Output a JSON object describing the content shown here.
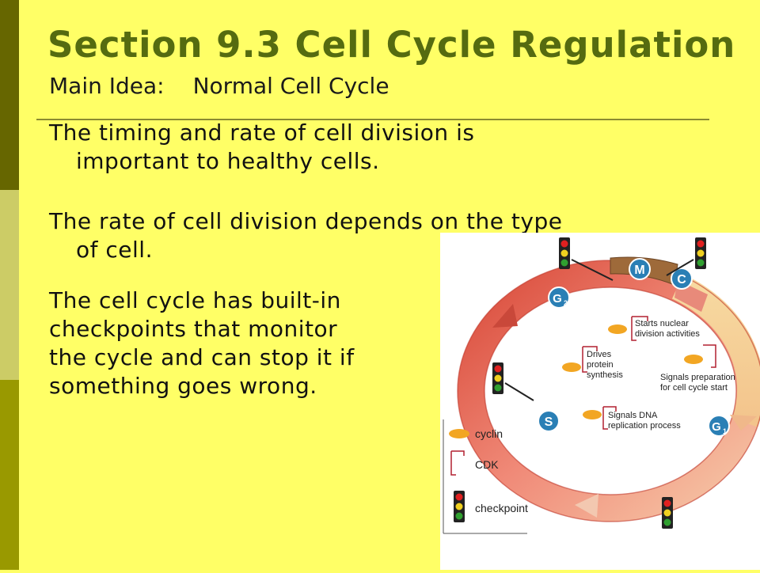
{
  "slide": {
    "title": "Section 9.3 Cell Cycle Regulation",
    "main_idea_label": "Main Idea:",
    "main_idea_text": "Normal Cell Cycle",
    "para1_line1": "The timing and rate of cell division is",
    "para1_line2": "important to healthy cells.",
    "para2_line1": "The rate of cell division depends on the type",
    "para2_line2": "of cell.",
    "para3_line1": "The cell cycle has built-in",
    "para3_line2": "checkpoints that monitor",
    "para3_line3": "the cycle and can stop it if",
    "para3_line4": "something goes wrong."
  },
  "diagram": {
    "phase_m": "M",
    "phase_c": "C",
    "phase_g2": "G",
    "phase_g2_sub": "2",
    "phase_s": "S",
    "phase_g1": "G",
    "phase_g1_sub": "1",
    "label_nuclear_1": "Starts nuclear",
    "label_nuclear_2": "division activities",
    "label_protein_1": "Drives",
    "label_protein_2": "protein",
    "label_protein_3": "synthesis",
    "label_prep_1": "Signals preparation",
    "label_prep_2": "for cell cycle start",
    "label_dna_1": "Signals DNA",
    "label_dna_2": "replication process",
    "legend_cyclin": "cyclin",
    "legend_cdk": "CDK",
    "legend_checkpoint": "checkpoint"
  },
  "colors": {
    "sidebar_top": "#666600",
    "sidebar_mid": "#cccc66",
    "sidebar_bottom": "#999900",
    "background": "#ffff66",
    "title": "#556b10",
    "badge": "#2a7fb5",
    "ring": "#e07a70",
    "cyclin": "#f2a623",
    "cdk": "#b22030"
  }
}
